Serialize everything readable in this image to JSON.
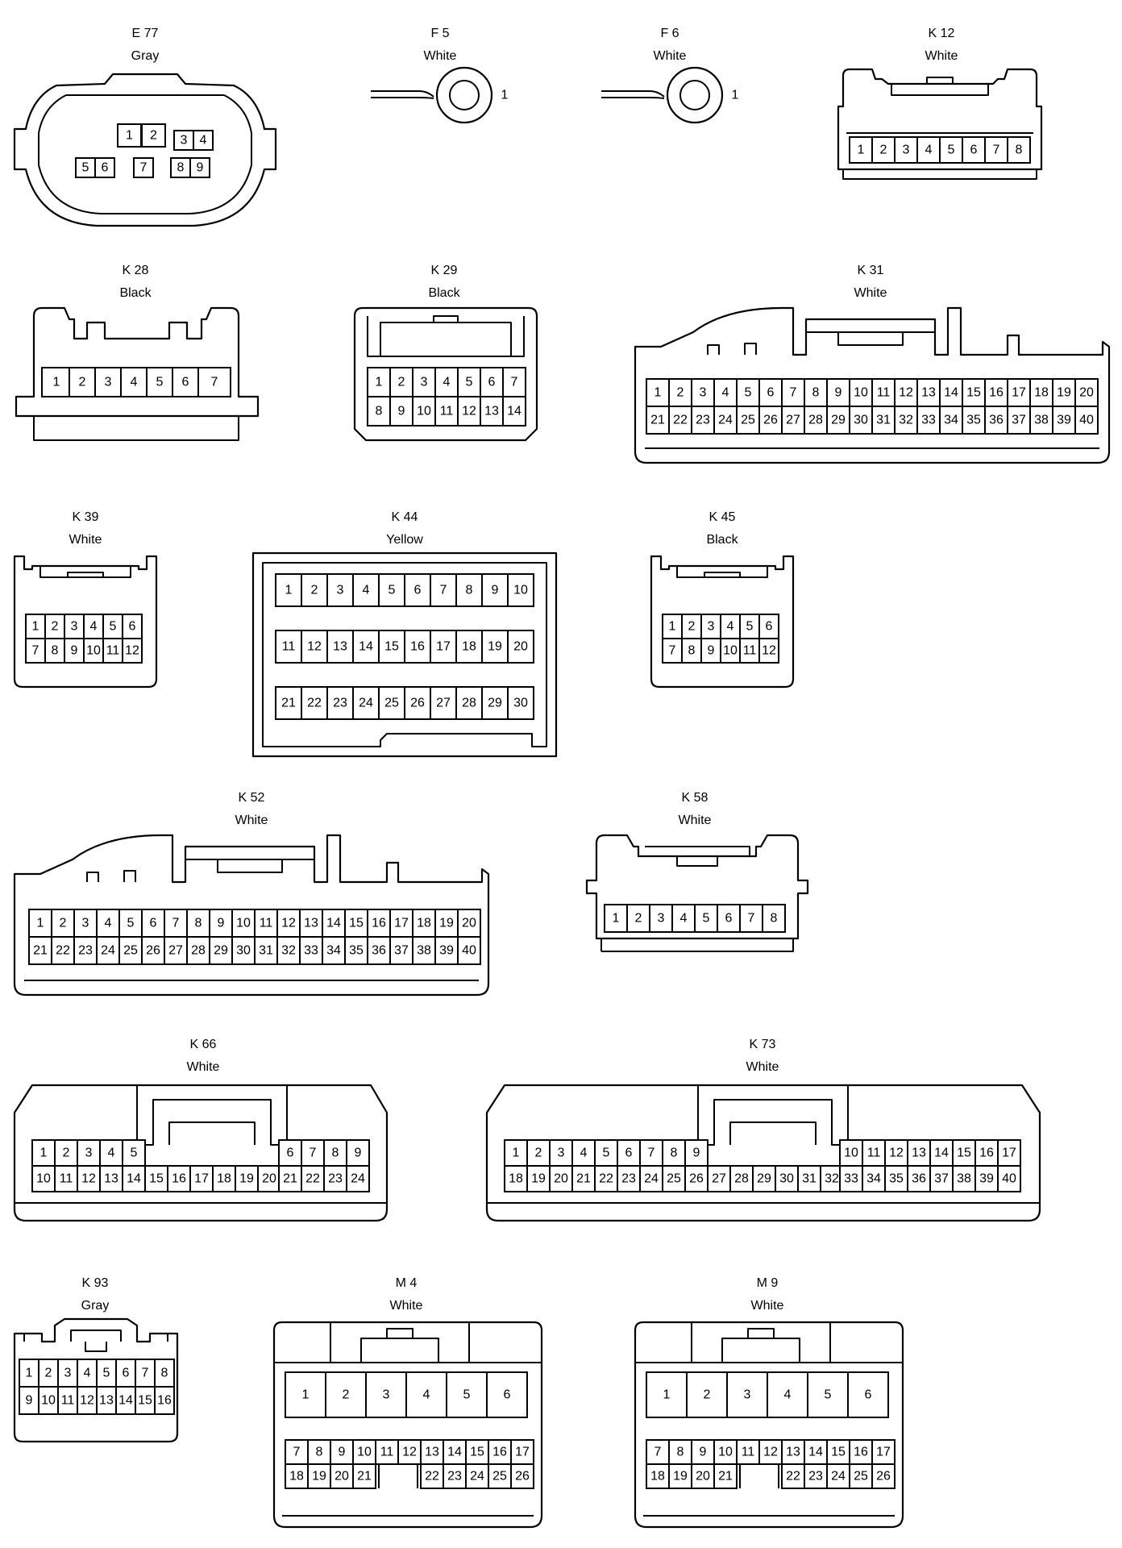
{
  "connectors": [
    {
      "id": "E 77",
      "color": "Gray"
    },
    {
      "id": "F 5",
      "color": "White",
      "terminal": "1"
    },
    {
      "id": "F 6",
      "color": "White",
      "terminal": "1"
    },
    {
      "id": "K 12",
      "color": "White"
    },
    {
      "id": "K 28",
      "color": "Black"
    },
    {
      "id": "K 29",
      "color": "Black"
    },
    {
      "id": "K 31",
      "color": "White"
    },
    {
      "id": "K 39",
      "color": "White"
    },
    {
      "id": "K 44",
      "color": "Yellow"
    },
    {
      "id": "K 45",
      "color": "Black"
    },
    {
      "id": "K 52",
      "color": "White"
    },
    {
      "id": "K 58",
      "color": "White"
    },
    {
      "id": "K 66",
      "color": "White"
    },
    {
      "id": "K 73",
      "color": "White"
    },
    {
      "id": "K 93",
      "color": "Gray"
    },
    {
      "id": "M 4",
      "color": "White"
    },
    {
      "id": "M 9",
      "color": "White"
    }
  ]
}
